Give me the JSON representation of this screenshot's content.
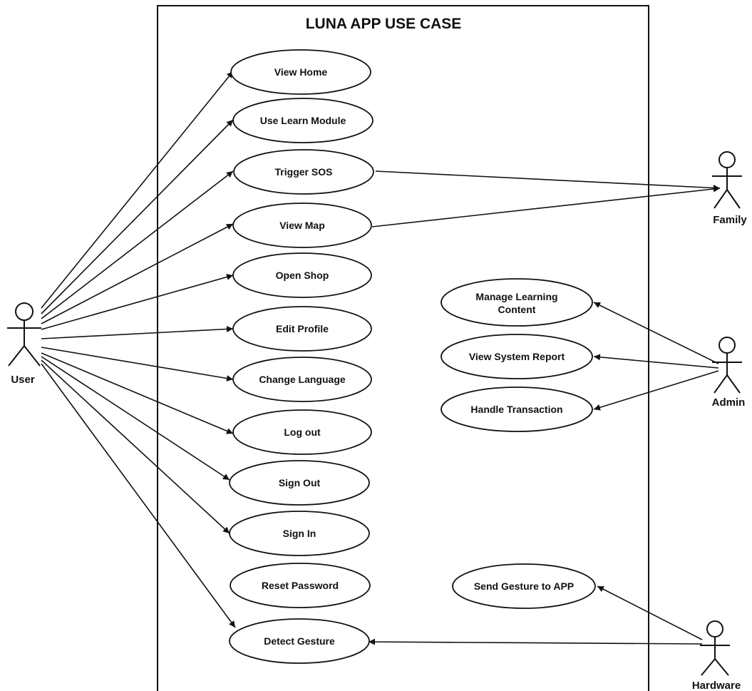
{
  "title": "LUNA APP USE CASE",
  "actors": {
    "user": "User",
    "family": "Family",
    "admin": "Admin",
    "hardware": "Hardware"
  },
  "use_cases": {
    "view_home": "View Home",
    "use_learn_module": "Use Learn Module",
    "trigger_sos": "Trigger SOS",
    "view_map": "View Map",
    "open_shop": "Open Shop",
    "edit_profile": "Edit Profile",
    "change_language": "Change Language",
    "log_out": "Log out",
    "sign_out": "Sign Out",
    "sign_in": "Sign In",
    "reset_password": "Reset Password",
    "detect_gesture": "Detect Gesture",
    "manage_learning_content": [
      "Manage Learning",
      "Content"
    ],
    "view_system_report": "View System Report",
    "handle_transaction": "Handle Transaction",
    "send_gesture_to_app": "Send Gesture to APP"
  }
}
